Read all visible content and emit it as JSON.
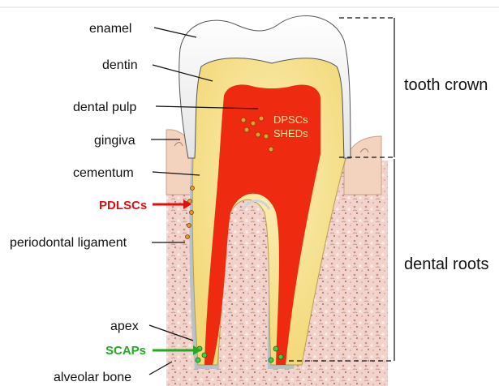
{
  "labels": {
    "enamel": "enamel",
    "dentin": "dentin",
    "dental_pulp": "dental pulp",
    "gingiva": "gingiva",
    "cementum": "cementum",
    "pdlscs": "PDLSCs",
    "periodontal_ligament": "periodontal ligament",
    "apex": "apex",
    "scaps": "SCAPs",
    "alveolar_bone": "alveolar bone",
    "dpscs": "DPSCs",
    "sheds": "SHEDs",
    "tooth_crown": "tooth crown",
    "dental_roots": "dental roots"
  },
  "colors": {
    "enamel": "#f2f2f2",
    "dentin": "#f6e39a",
    "pulp": "#ee2a10",
    "cementum": "#9aa6b2",
    "bone": "#efc9c2",
    "gingiva": "#f2cfb8",
    "pdlscs_label": "#e01010",
    "scaps_label": "#22aa22"
  }
}
